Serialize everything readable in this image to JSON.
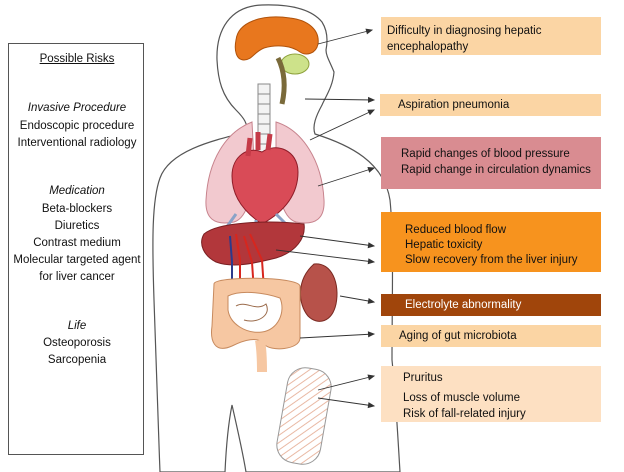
{
  "risks": {
    "title": "Possible Risks",
    "sections": [
      {
        "category": "Invasive Procedure",
        "items": [
          "Endoscopic procedure",
          "Interventional radiology"
        ]
      },
      {
        "category": "Medication",
        "items": [
          "Beta-blockers",
          "Diuretics",
          "Contrast medium",
          "Molecular targeted agent",
          "for liver cancer"
        ]
      },
      {
        "category": "Life",
        "items": [
          "Osteoporosis",
          "Sarcopenia"
        ]
      }
    ]
  },
  "complications": [
    {
      "lines": [
        "Difficulty in diagnosing hepatic",
        "encephalopathy"
      ],
      "color": "#fbd5a4",
      "text_color": "#111111"
    },
    {
      "lines": [
        "Aspiration pneumonia"
      ],
      "color": "#fbd5a4",
      "text_color": "#111111"
    },
    {
      "lines": [
        "Rapid changes of blood pressure",
        "Rapid change in circulation dynamics"
      ],
      "color": "#d98c91",
      "text_color": "#111111"
    },
    {
      "lines": [
        "Reduced blood flow",
        "Hepatic toxicity",
        "Slow recovery from the liver injury"
      ],
      "color": "#f7931e",
      "text_color": "#111111"
    },
    {
      "lines": [
        "Electrolyte abnormality"
      ],
      "color": "#a0450b",
      "text_color": "#ffffff"
    },
    {
      "lines": [
        "Aging of gut microbiota"
      ],
      "color": "#fbd5a4",
      "text_color": "#111111"
    },
    {
      "lines": [
        "Pruritus",
        "Loss of muscle volume",
        "Risk of fall-related injury"
      ],
      "color": "#fde0c2",
      "text_color": "#111111"
    }
  ],
  "colors": {
    "outline": "#555555",
    "brain": "#e8771e",
    "cerebellum": "#cde28a",
    "lungs": "#f2c9cf",
    "heart": "#d94b57",
    "liver": "#b2373b",
    "kidney": "#b7524a",
    "intestine": "#f6c7a2",
    "vessel_artery": "#d7261e",
    "vessel_vein": "#2b3a8c",
    "muscle_hatch": "#e9b9a4"
  },
  "icons": [
    "human-body-outline",
    "brain-icon",
    "lungs-icon",
    "heart-icon",
    "liver-icon",
    "kidney-icon",
    "intestine-icon",
    "thigh-muscle-icon"
  ]
}
